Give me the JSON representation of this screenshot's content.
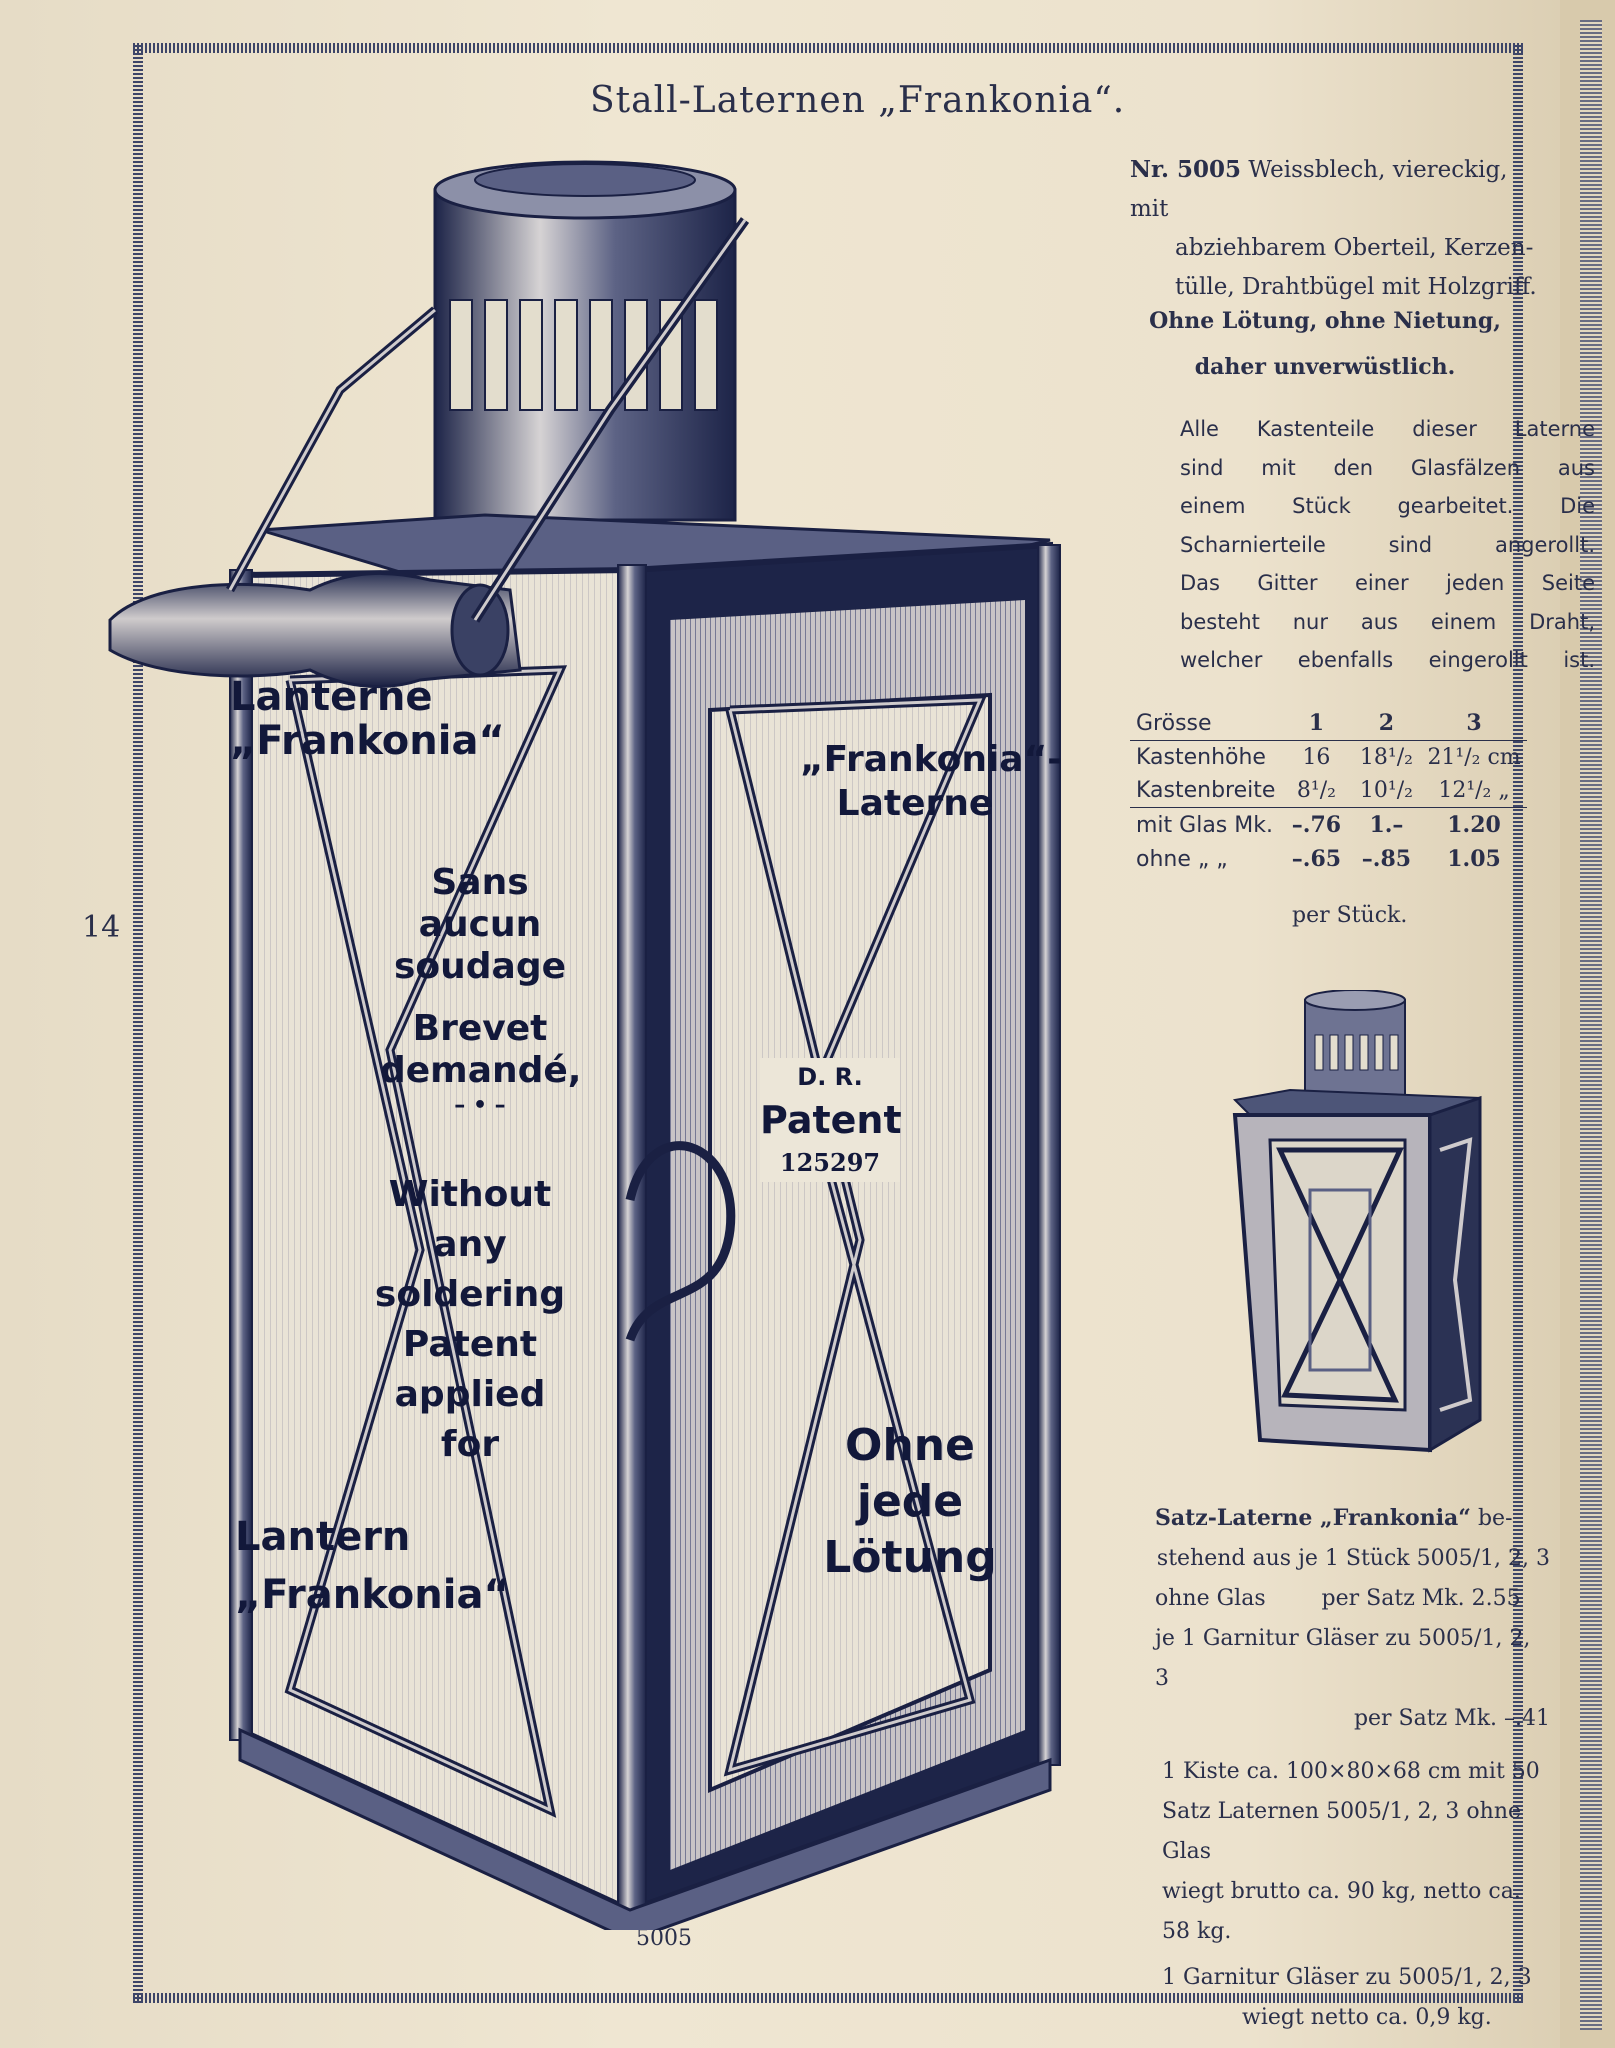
{
  "page": {
    "title": "Stall-Laternen „Frankonia“.",
    "page_number": "14",
    "figure_number": "5005"
  },
  "product": {
    "nr_label": "Nr. 5005",
    "desc_lines": [
      "Weissblech, viereckig, mit",
      "abziehbarem Oberteil, Kerzen-",
      "tülle, Drahtbügel mit Holzgriff."
    ],
    "highlight_lines": [
      "Ohne Lötung, ohne Nietung,",
      "daher unverwüstlich."
    ],
    "paragraph_lines": [
      "Alle Kastenteile dieser Laterne",
      "sind mit den Glasfälzen aus",
      "einem Stück gearbeitet. Die",
      "Scharnierteile sind angerollt.",
      "Das Gitter einer jeden Seite",
      "besteht nur aus einem Draht,",
      "welcher ebenfalls eingerollt ist."
    ]
  },
  "sizes_table": {
    "header": [
      "Grösse",
      "1",
      "2",
      "3"
    ],
    "rows": [
      [
        "Kastenhöhe",
        "16",
        "18¹/₂",
        "21¹/₂ cm"
      ],
      [
        "Kastenbreite",
        "8¹/₂",
        "10¹/₂",
        "12¹/₂ „"
      ],
      [
        "mit Glas Mk.",
        "–.76",
        "1.–",
        "1.20"
      ],
      [
        "ohne „  „",
        "–.65",
        "–.85",
        "1.05"
      ]
    ],
    "footer": "per Stück."
  },
  "satz": {
    "heading": "Satz-Laterne „Frankonia“",
    "heading_tail": "be-",
    "lines": [
      "stehend aus je 1 Stück 5005/1, 2, 3",
      "ohne Glas        per Satz Mk. 2.55",
      "je 1 Garnitur Gläser zu 5005/1, 2, 3",
      "per Satz Mk. –.41"
    ]
  },
  "shipping": {
    "lines": [
      "1 Kiste ca. 100×80×68 cm mit 50",
      "Satz Laternen 5005/1, 2, 3 ohne Glas",
      "wiegt brutto ca. 90 kg, netto ca. 58 kg.",
      "1 Garnitur Gläser zu 5005/1, 2, 3",
      "wiegt netto ca. 0,9 kg."
    ]
  },
  "lantern_labels": {
    "left_title_1": "Lanterne",
    "left_title_2": "„Frankonia“",
    "french_1": "Sans",
    "french_2": "aucun",
    "french_3": "soudage",
    "french_4": "Brevet",
    "french_5": "demandé,",
    "dots": "– • –",
    "english_1": "Without",
    "english_2": "any",
    "english_3": "soldering",
    "english_4": "Patent",
    "english_5": "applied",
    "english_6": "for",
    "left_bottom_1": "Lantern",
    "left_bottom_2": "„Frankonia“",
    "right_title_1": "„Frankonia“-",
    "right_title_2": "Laterne",
    "patent_1": "D. R.",
    "patent_2": "Patent",
    "patent_3": "125297",
    "right_bottom_1": "Ohne",
    "right_bottom_2": "jede",
    "right_bottom_3": "Lötung"
  }
}
